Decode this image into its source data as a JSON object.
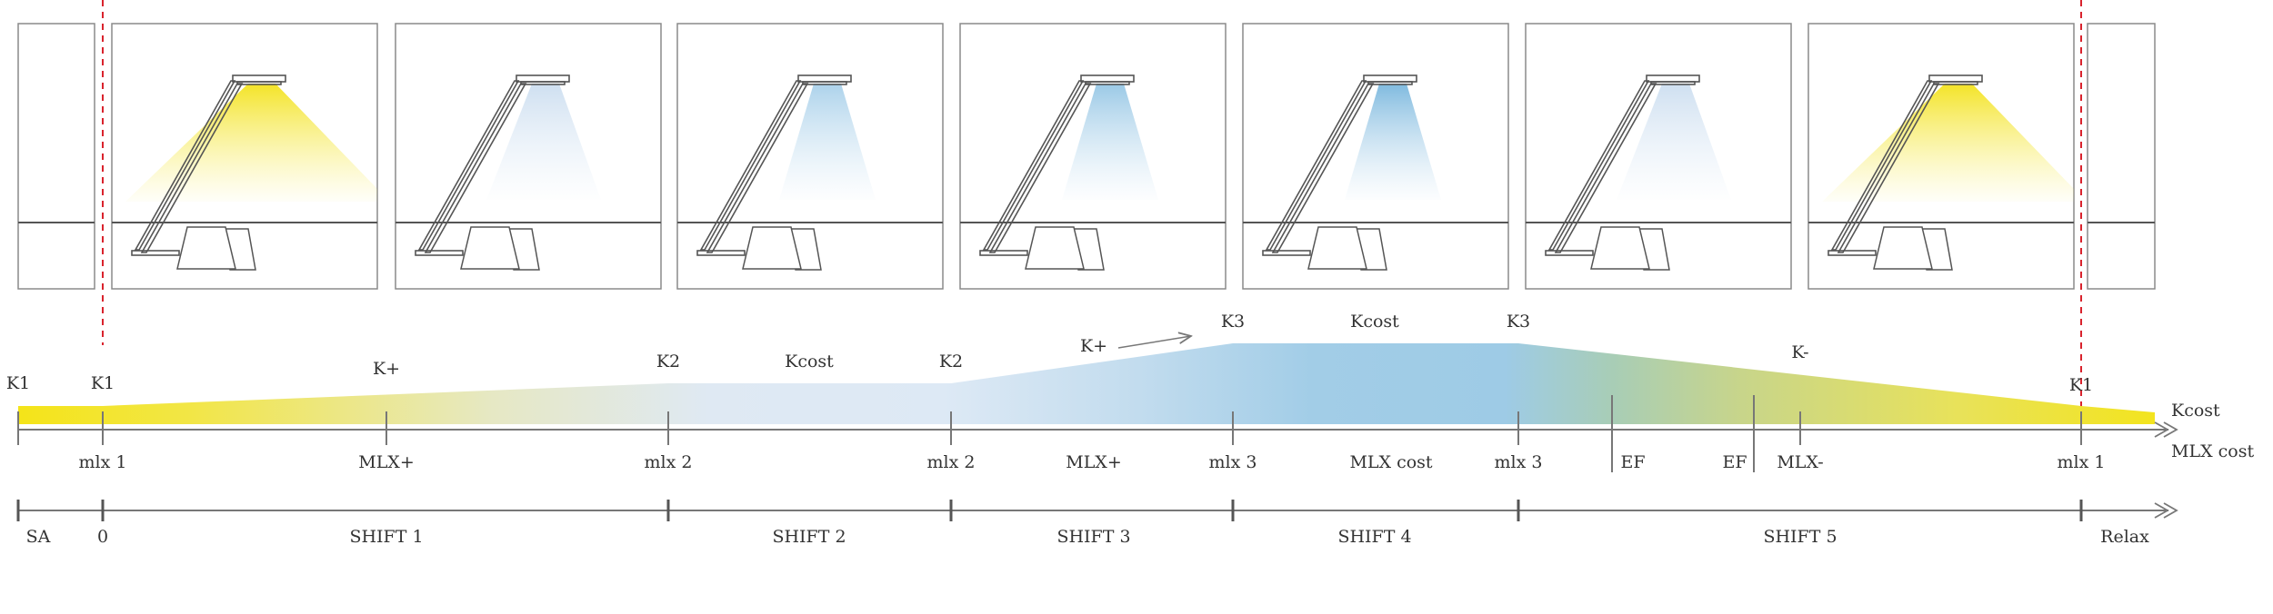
{
  "panels": [
    {
      "light": "none"
    },
    {
      "light": "yellow-wide"
    },
    {
      "light": "blue-pale"
    },
    {
      "light": "blue-light"
    },
    {
      "light": "blue-mid"
    },
    {
      "light": "blue-strong"
    },
    {
      "light": "blue-pale"
    },
    {
      "light": "yellow-wide"
    },
    {
      "light": "none"
    }
  ],
  "profile": {
    "colors": {
      "yellow": "#f4e419",
      "pale": "#dde9f5",
      "blue": "#9ecbe6",
      "grey": "#777777",
      "red": "#d9232d"
    },
    "top_labels": [
      "K1",
      "K1",
      "K+",
      "K2",
      "Kcost",
      "K2",
      "K+",
      "K3",
      "Kcost",
      "K3",
      "K-",
      "K1"
    ],
    "right_label": "Kcost"
  },
  "axis": {
    "labels": [
      "mlx 1",
      "MLX+",
      "mlx 2",
      "mlx 2",
      "MLX+",
      "mlx 3",
      "MLX cost",
      "mlx 3",
      "EF",
      "EF",
      "MLX-",
      "mlx 1"
    ],
    "end_label": "MLX cost"
  },
  "shifts": {
    "labels": [
      "SA",
      "0",
      "SHIFT 1",
      "SHIFT 2",
      "SHIFT 3",
      "SHIFT 4",
      "SHIFT 5",
      "Relax"
    ]
  }
}
